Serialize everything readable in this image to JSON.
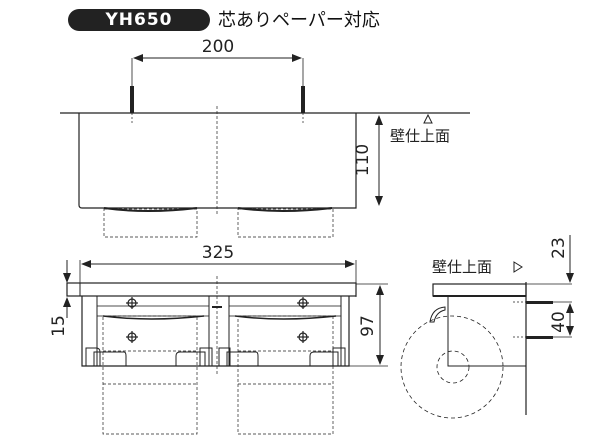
{
  "header": {
    "model": "YH650",
    "subtitle": "芯ありペーパー対応"
  },
  "top_view": {
    "dim_screw_spacing": "200",
    "dim_height": "110",
    "wall_label": "壁仕上面"
  },
  "front_view": {
    "dim_width": "325",
    "dim_offset": "15",
    "dim_height": "97"
  },
  "side_view": {
    "wall_label": "壁仕上面",
    "dim_top": "23",
    "dim_screw_spacing": "40"
  },
  "colors": {
    "line": "#222222",
    "badge_bg": "#222222",
    "badge_text": "#ffffff"
  }
}
